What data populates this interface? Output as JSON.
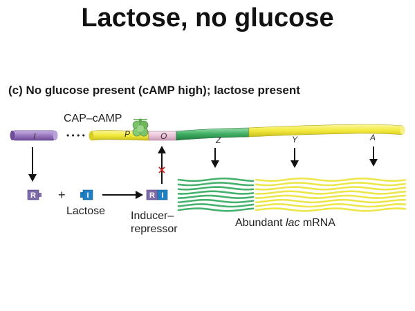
{
  "title": "Lactose, no glucose",
  "subtitle": "(c) No glucose present (cAMP high); lactose present",
  "dna": {
    "gene_i": "I",
    "dots": "• • • •",
    "promoter": "P",
    "operator": "O",
    "gene_z": "Z",
    "gene_y": "Y",
    "gene_a": "A"
  },
  "cap_label": "CAP–cAMP",
  "repressor_letter": "R",
  "inducer_letter": "I",
  "plus": "+",
  "lactose_label": "Lactose",
  "complex_label_line1": "Inducer–",
  "complex_label_line2": "repressor",
  "block_mark": "×",
  "mrna_label_prefix": "Abundant ",
  "mrna_label_italic": "lac",
  "mrna_label_suffix": " mRNA",
  "colors": {
    "i_gene": "#9a78c0",
    "yellow_dna": "#f2ea3c",
    "green_z": "#3fae63",
    "operator_pink": "#e9c3d8",
    "cap_green": "#7cc26a",
    "repressor_purple": "#7d6aa8",
    "inducer_blue": "#1f7fc1",
    "block_red": "#d12d2d",
    "mrna_green": "#44b26d",
    "mrna_yellow": "#ece64a"
  }
}
